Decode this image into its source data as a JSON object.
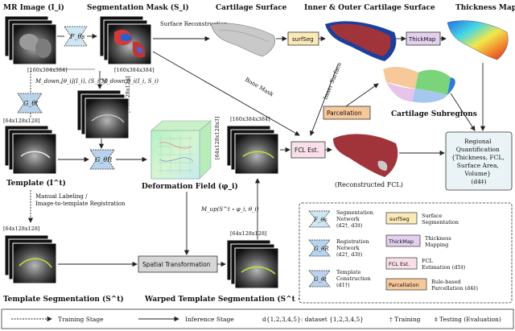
{
  "labels": {
    "mr_image": "MR Image (I_i)",
    "seg_mask": "Segmentation Mask (S_i)",
    "cart_surface": "Cartilage Surface",
    "inner_outer": "Inner & Outer Cartilage Surface",
    "thickness_map": "Thickness Map",
    "surface_recon": "Surface Reconstruction",
    "bone_mask": "Bone Mask",
    "inner_surface": "Inner Surface",
    "cartilage_subregions": "Cartilage Subregions",
    "regional_quant": "Regional Quantification {Thickness, FCL, Surface Area, Volume} (d4‡)",
    "template": "Template (I^t)",
    "template_seg": "Template Segmentation (S^t)",
    "deformation_field": "Deformation Field (φ_i)",
    "warped_template": "Warped Template Segmentation (S^t ∘ φ_i)",
    "reconstructed_fcl": "(Reconstructed FCL)",
    "manual_labeling": "Manual Labeling / Image-to-template Registration",
    "m_down_1": "M_down,[θ_i](I_i), (S_i^j)",
    "m_down_2": "M_down,θ_i(I_i, S_i)",
    "m_up": "M_up(S^t ∘ φ_i, θ_i)"
  },
  "dims": {
    "mr": "[160x384x384]",
    "seg": "[160x384x384]",
    "mid": "[64x128x128]",
    "template": "[64x128x128]",
    "tseg": "[64x128x128]",
    "def": "[64x128x128x3]",
    "warp_hi": "[160x384x384]",
    "warp_lo": "[64x128x128]"
  },
  "networks": {
    "f_theta": "F_θs",
    "g_theta_t": "G_θt",
    "g_theta_r": "G_θR"
  },
  "modules": {
    "surfseg": "surfSeg",
    "thickmap": "ThickMap",
    "parcellation": "Parcellation",
    "fcl_est": "FCL Est.",
    "spatial_transformation": "Spatial Transformation"
  },
  "legend": {
    "seg_network": "Segmentation Network (d2†, d3‡)",
    "reg_network": "Registration Network (d2†, d3‡)",
    "template_construction": "Template Construction (d1†)",
    "surfseg_desc": "Surface Segmentation",
    "thickmap_desc": "Thickness Mapping",
    "fcl_desc": "FCL Estimation (d5‡)",
    "parcellation_desc": "Rule-based Parcellation (d4‡)"
  },
  "footer": {
    "training_stage": "Training Stage",
    "inference_stage": "Inference Stage",
    "dataset": "d{1,2,3,4,5}: dataset {1,2,3,4,5}",
    "training": "† Training",
    "testing": "‡ Testing (Evaluation)"
  },
  "colors": {
    "seg_net_fill": "#cfe7f2",
    "reg_net_fill": "#b9d3ec",
    "surfseg_fill": "#fbe9b7",
    "thickmap_fill": "#e2d0ee",
    "parcellation_fill": "#f6c89a",
    "fcl_fill": "#f9dfe9",
    "quant_fill": "#eaf4f7",
    "spatial_fill": "#d6d6d6",
    "cartilage_red": "#a1343b",
    "cartilage_blue": "#1d3f9c"
  }
}
